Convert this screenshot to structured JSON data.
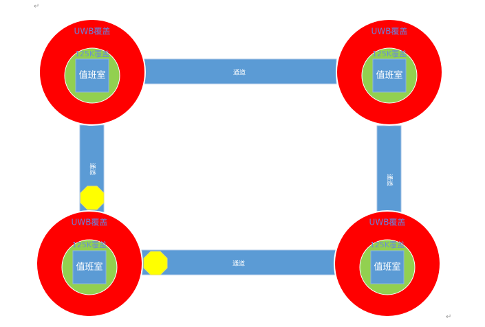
{
  "paragraph_mark": "↵",
  "colors": {
    "uwb_ring": "#ff0000",
    "ring_125k": "#92d050",
    "room_fill": "#5b9bd5",
    "room_border": "#8eb4e3",
    "corridor": "#5b9bd5",
    "corridor_border": "#a9c4e6",
    "uwb_label": "#6c7fd8",
    "label_125k": "#6c8fd0",
    "room_label": "#ffffff",
    "corridor_label": "#ffffff",
    "marker": "#ffff00",
    "marker_border": "#e8e060"
  },
  "stations": [
    {
      "id": "top-left",
      "uwb_label": "UWB覆盖",
      "label_125k": "125K覆盖",
      "room_label": "值班室"
    },
    {
      "id": "top-right",
      "uwb_label": "UWB覆盖",
      "label_125k": "125K覆盖",
      "room_label": "值班室"
    },
    {
      "id": "bottom-left",
      "uwb_label": "UWB覆盖",
      "label_125k": "125K覆盖",
      "room_label": "值班室"
    },
    {
      "id": "bottom-right",
      "uwb_label": "UWB覆盖",
      "label_125k": "125K覆盖",
      "room_label": "值班室"
    }
  ],
  "corridors": [
    {
      "id": "top",
      "label": "通道"
    },
    {
      "id": "bottom",
      "label": "通道"
    },
    {
      "id": "left",
      "label": "通道"
    },
    {
      "id": "right",
      "label": "通道"
    }
  ],
  "markers": [
    {
      "id": "left-corridor-marker"
    },
    {
      "id": "bottom-corridor-marker"
    }
  ]
}
